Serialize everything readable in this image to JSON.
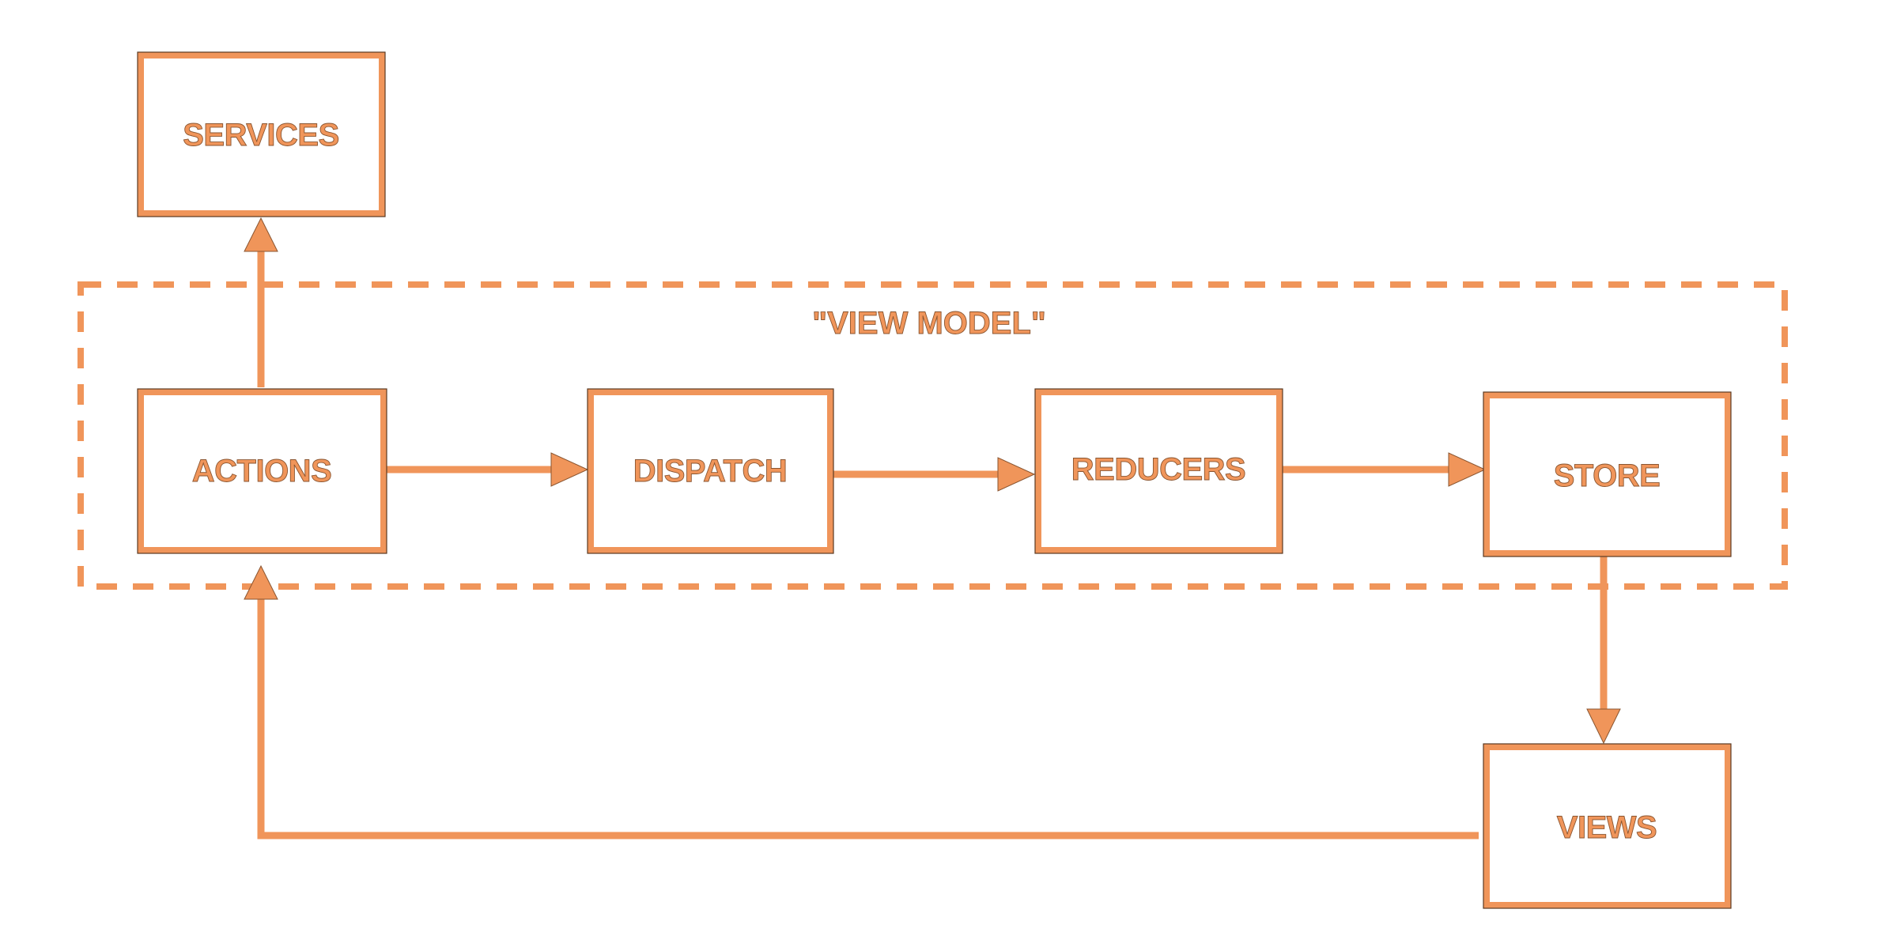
{
  "colors": {
    "accent": "#f0955a",
    "outline": "#8a5530",
    "background": "#ffffff"
  },
  "group": {
    "label": "\"VIEW MODEL\""
  },
  "nodes": {
    "services": "SERVICES",
    "actions": "ACTIONS",
    "dispatch": "DISPATCH",
    "reducers": "REDUCERS",
    "store": "STORE",
    "views": "VIEWS"
  },
  "edges": [
    {
      "from": "actions",
      "to": "services"
    },
    {
      "from": "actions",
      "to": "dispatch"
    },
    {
      "from": "dispatch",
      "to": "reducers"
    },
    {
      "from": "reducers",
      "to": "store"
    },
    {
      "from": "store",
      "to": "views"
    },
    {
      "from": "views",
      "to": "actions"
    }
  ]
}
